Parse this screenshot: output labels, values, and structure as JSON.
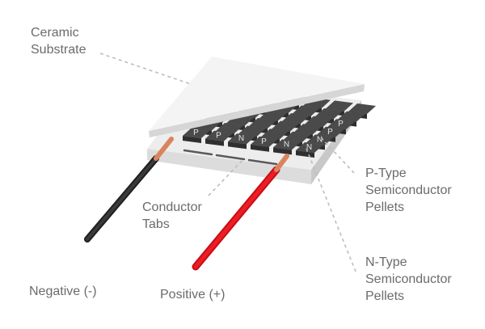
{
  "labels": {
    "ceramic": [
      "Ceramic",
      "Substrate"
    ],
    "conductor": [
      "Conductor",
      "Tabs"
    ],
    "p_type": [
      "P-Type",
      "Semiconductor",
      "Pellets"
    ],
    "n_type": [
      "N-Type",
      "Semiconductor",
      "Pellets"
    ],
    "negative": "Negative (-)",
    "positive": "Positive (+)"
  },
  "pellet_letters": {
    "p": "P",
    "n": "N"
  },
  "colors": {
    "text": "#6b6b6b",
    "leader": "#bdbdbd",
    "plate_top": "#f2f2f2",
    "plate_edge": "#d6d6d6",
    "pellet": "#4a4a4a",
    "negative_wire": "#2b2b2b",
    "positive_wire": "#e3141c",
    "copper": "#d9845f"
  }
}
